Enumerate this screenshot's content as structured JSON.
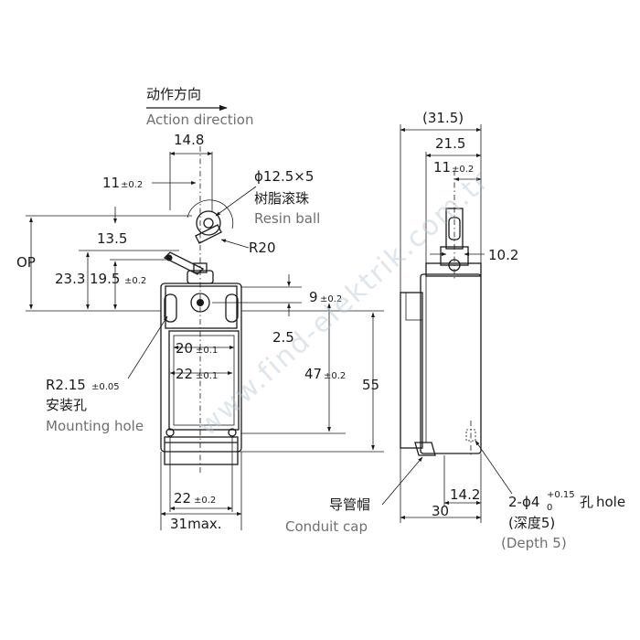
{
  "labels": {
    "action_direction_cn": "动作方向",
    "action_direction_en": "Action direction",
    "dim_14_8": "14.8",
    "dim_11": "11",
    "tol_02": "±0.2",
    "resin_ball_spec": "ϕ12.5×5",
    "resin_ball_cn": "树脂滚珠",
    "resin_ball_en": "Resin ball",
    "dim_13_5": "13.5",
    "dim_r20": "R20",
    "dim_op": "OP",
    "dim_23_3": "23.3",
    "dim_19_5": "19.5",
    "dim_9": "9",
    "dim_2_5": "2.5",
    "dim_20": "20",
    "tol_01": "±0.1",
    "dim_22_inner": "22",
    "dim_47": "47",
    "dim_55": "55",
    "dim_r2_15": "R2.15",
    "tol_005": "±0.05",
    "mounting_hole_cn": "安装孔",
    "mounting_hole_en": "Mounting hole",
    "dim_22_bottom": "22",
    "dim_31max": "31max.",
    "dim_31_5": "(31.5)",
    "dim_21_5": "21.5",
    "dim_11_side": "11",
    "dim_10_2": "10.2",
    "conduit_cap_cn": "导管帽",
    "conduit_cap_en": "Conduit cap",
    "dim_14_2": "14.2",
    "dim_30": "30",
    "hole_spec_prefix": "2-ϕ4",
    "hole_tol_upper": "+0.15",
    "hole_tol_lower": "0",
    "hole_spec_cn": "孔",
    "hole_spec_en": "hole",
    "depth_cn": "(深度5)",
    "depth_en": "(Depth 5)",
    "watermark": "www.find-elektrik.com.tr"
  }
}
